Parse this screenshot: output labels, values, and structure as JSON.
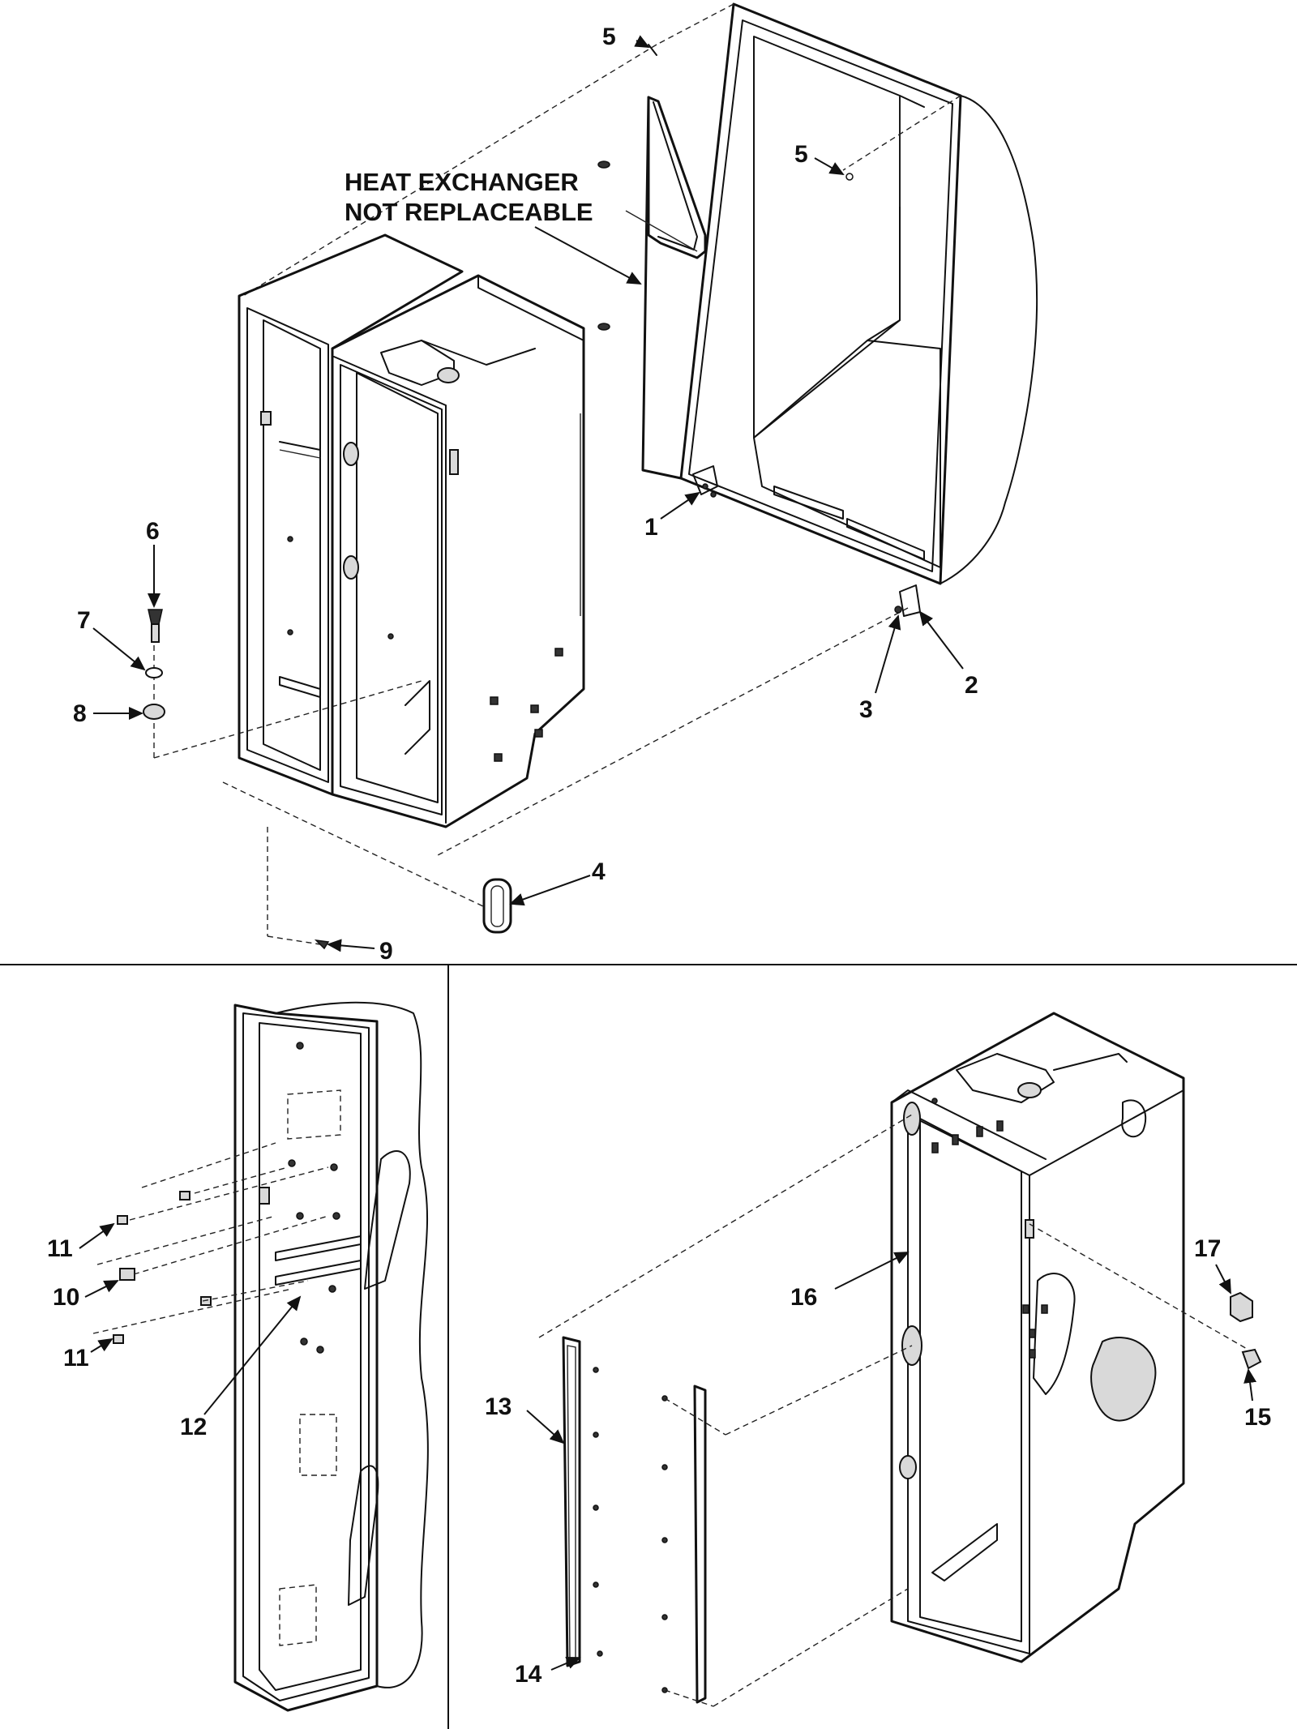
{
  "note": {
    "line1": "HEAT EXCHANGER",
    "line2": "NOT REPLACEABLE"
  },
  "callouts": {
    "c1": "1",
    "c2": "2",
    "c3": "3",
    "c4": "4",
    "c5a": "5",
    "c5b": "5",
    "c6": "6",
    "c7": "7",
    "c8": "8",
    "c9": "9",
    "c10": "10",
    "c11a": "11",
    "c11b": "11",
    "c12": "12",
    "c13": "13",
    "c14": "14",
    "c15": "15",
    "c16": "16",
    "c17": "17"
  }
}
